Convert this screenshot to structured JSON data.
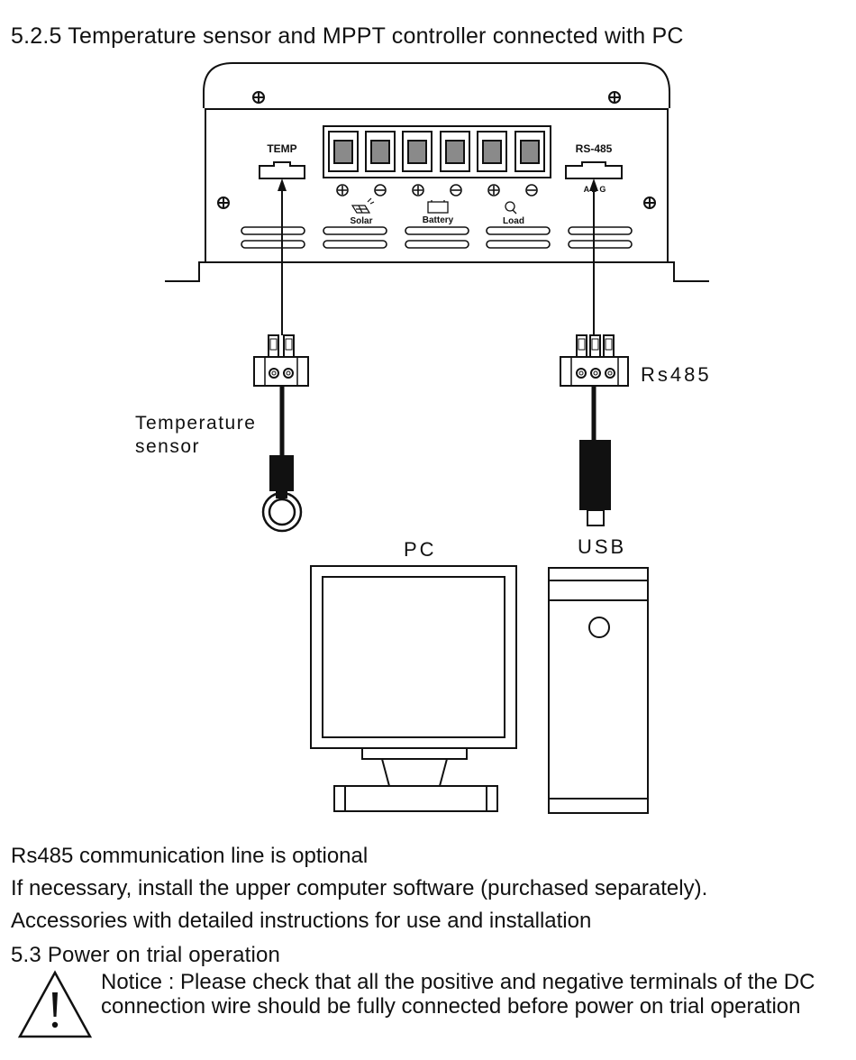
{
  "section_heading": "5.2.5 Temperature sensor and MPPT controller connected with PC",
  "controller": {
    "temp_label": "TEMP",
    "rs485_label": "RS-485",
    "rs485_pins": "A B G",
    "solar_label": "Solar",
    "battery_label": "Battery",
    "load_label": "Load"
  },
  "labels": {
    "temperature_sensor_line1": "Temperature",
    "temperature_sensor_line2": "sensor",
    "rs485_connector": "Rs485",
    "pc": "PC",
    "usb": "USB"
  },
  "paragraphs": [
    "Rs485 communication line is optional",
    "If necessary, install the upper computer software (purchased separately).",
    "Accessories with detailed instructions for use and installation"
  ],
  "subsection_heading": "5.3 Power on trial operation",
  "notice": "Notice : Please check that all the positive and negative terminals of the DC connection wire should be fully connected before power on trial operation"
}
